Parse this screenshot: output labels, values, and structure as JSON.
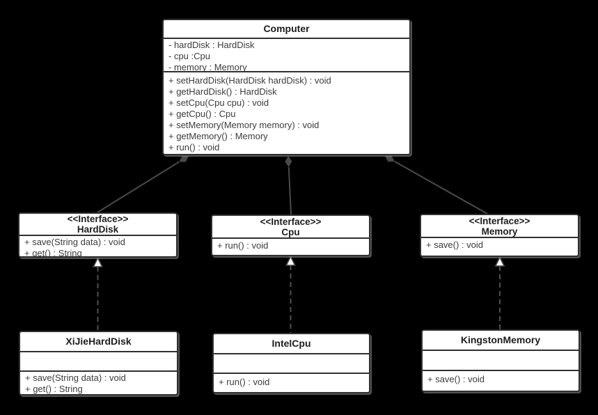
{
  "diagram": {
    "kind": "uml-class-diagram",
    "background": "#000000",
    "colors": {
      "box_fill": "#ffffff",
      "box_border": "#303030",
      "title_text": "#1d1d1d",
      "body_text": "#3c3c3c",
      "connector": "#4a4a4a",
      "shadow": "#b9b9b9"
    }
  },
  "classes": {
    "computer": {
      "title": "Computer",
      "attributes": [
        "- hardDisk : HardDisk",
        "- cpu :Cpu",
        "- memory : Memory"
      ],
      "methods": [
        "+ setHardDisk(HardDisk hardDisk) : void",
        "+ getHardDisk() : HardDisk",
        "+ setCpu(Cpu cpu) : void",
        "+ getCpu() : Cpu",
        "+ setMemory(Memory memory) : void",
        "+ getMemory() : Memory",
        "+ run() : void"
      ]
    },
    "harddisk": {
      "stereotype": "<<Interface>>",
      "title": "HardDisk",
      "methods": [
        "+ save(String data) : void",
        "+ get() : String"
      ]
    },
    "cpu": {
      "stereotype": "<<Interface>>",
      "title": "Cpu",
      "methods": [
        "+ run() : void"
      ]
    },
    "memory": {
      "stereotype": "<<Interface>>",
      "title": "Memory",
      "methods": [
        "+ save() : void"
      ]
    },
    "xijie": {
      "title": "XiJieHardDisk",
      "attributes": [],
      "methods": [
        "+ save(String data) : void",
        "+ get() : String"
      ]
    },
    "intel": {
      "title": "IntelCpu",
      "attributes": [],
      "methods": [
        "+ run() : void"
      ]
    },
    "kingston": {
      "title": "KingstonMemory",
      "attributes": [],
      "methods": [
        "+ save() : void"
      ]
    }
  },
  "relations": [
    {
      "from": "Computer",
      "to": "HardDisk",
      "type": "composition",
      "line_style": "solid",
      "marker": "filled-diamond",
      "marker_at": "Computer"
    },
    {
      "from": "Computer",
      "to": "Cpu",
      "type": "composition",
      "line_style": "solid",
      "marker": "filled-diamond",
      "marker_at": "Computer"
    },
    {
      "from": "Computer",
      "to": "Memory",
      "type": "composition",
      "line_style": "solid",
      "marker": "filled-diamond",
      "marker_at": "Computer"
    },
    {
      "from": "XiJieHardDisk",
      "to": "HardDisk",
      "type": "realization",
      "line_style": "dashed",
      "marker": "hollow-triangle",
      "marker_at": "HardDisk"
    },
    {
      "from": "IntelCpu",
      "to": "Cpu",
      "type": "realization",
      "line_style": "dashed",
      "marker": "hollow-triangle",
      "marker_at": "Cpu"
    },
    {
      "from": "KingstonMemory",
      "to": "Memory",
      "type": "realization",
      "line_style": "dashed",
      "marker": "hollow-triangle",
      "marker_at": "Memory"
    }
  ]
}
